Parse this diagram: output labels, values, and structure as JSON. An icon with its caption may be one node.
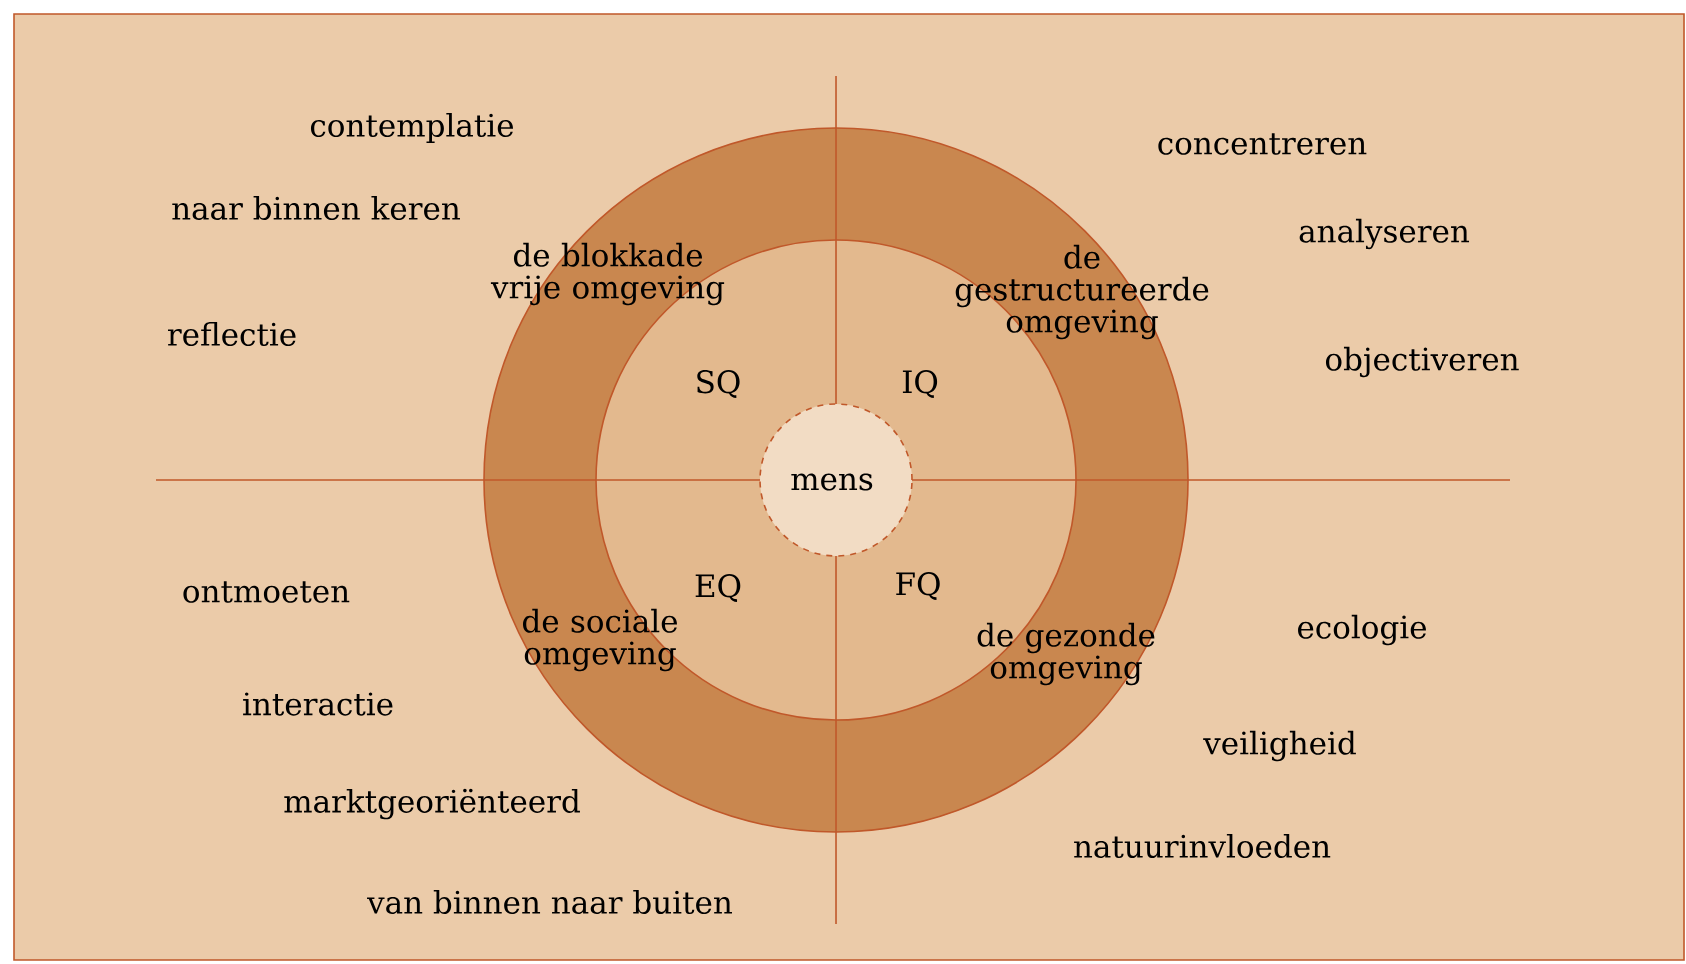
{
  "diagram": {
    "nodes": [
      {
        "text": [
          "de blokkade vrije omgeving",
          "de gestructureerde omgeving",
          "de sociale omgeving",
          "de gezonde omgeving"
        ]
      },
      {
        "text": [
          "SQ",
          "IQ",
          "EQ",
          "FQ"
        ],
        "in": 0
      },
      {
        "text": [
          "mens"
        ],
        "in": 1
      }
    ],
    "labels": [
      "contemplatie",
      "concentreren",
      "naar binnen keren",
      "analyseren",
      "reflectie",
      "objectiveren",
      "ontmoeten",
      "ecologie",
      "interactie",
      "veiligheid",
      "marktgeoriënteerd",
      "natuurinvloeden",
      "van binnen naar buiten"
    ]
  }
}
